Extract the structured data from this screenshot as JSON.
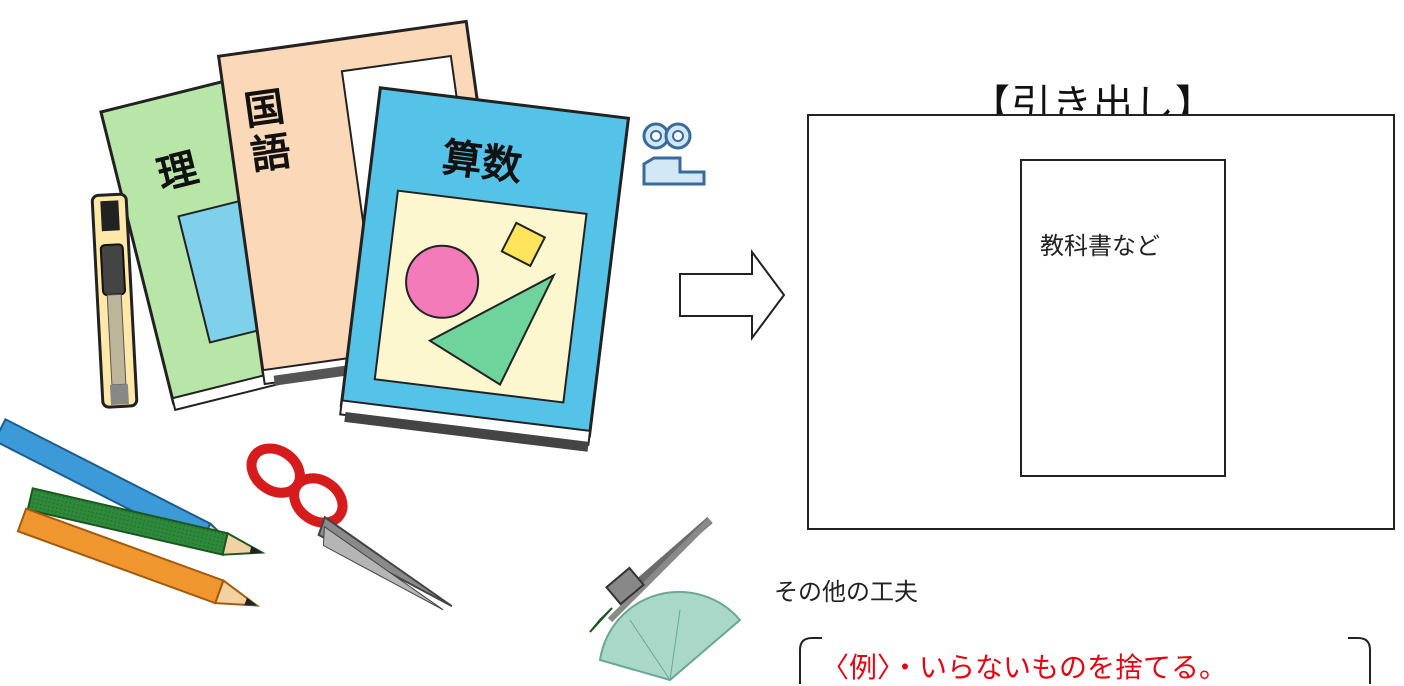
{
  "drawer": {
    "title": "【引き出し】",
    "textbook_slot_label": "教科書など"
  },
  "books": {
    "science_label": "理",
    "japanese_label_line1": "国",
    "japanese_label_line2": "語",
    "math_label": "算数"
  },
  "tips": {
    "heading": "その他の工夫",
    "example": "〈例〉・いらないものを捨てる。"
  },
  "colors": {
    "science_book": "#b8e6a8",
    "japanese_book": "#fbd9b8",
    "math_book": "#55c3e8",
    "math_cover_art": "#fdf7cf",
    "example_text": "#e60012"
  },
  "icons": [
    "cutter-knife-icon",
    "scissors-icon",
    "binder-clip-icon",
    "compass-icon",
    "protractor-icon",
    "ruler-icon",
    "pencil-icon",
    "right-arrow-icon"
  ]
}
